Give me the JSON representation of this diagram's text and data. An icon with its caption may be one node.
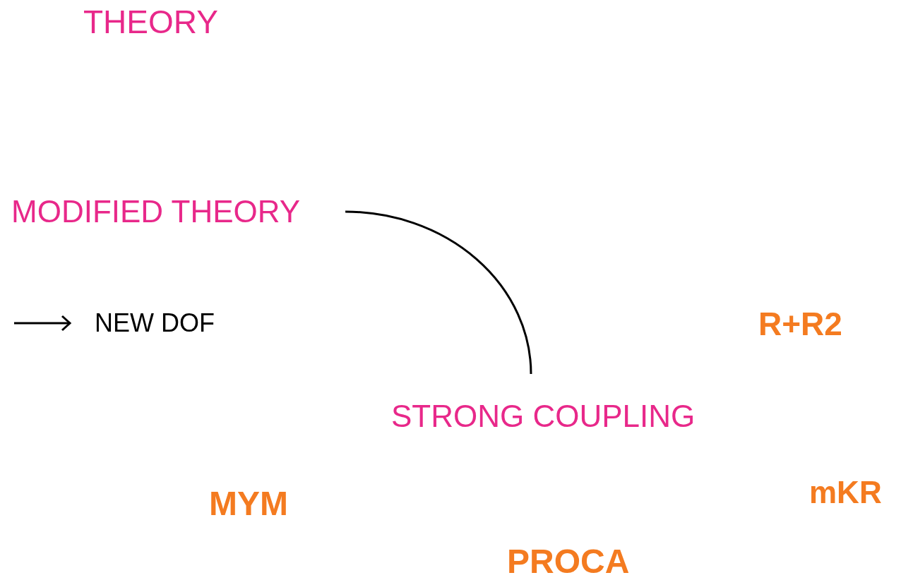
{
  "diagram": {
    "nodes": [
      {
        "text": [
          "THEORY"
        ]
      },
      {
        "text": [
          "MODIFIED THEORY"
        ]
      },
      {
        "text": [
          "STRONG COUPLING"
        ]
      },
      {
        "text": [
          "R+R2"
        ]
      },
      {
        "text": [
          "MYM"
        ]
      },
      {
        "text": [
          "mKR"
        ]
      },
      {
        "text": [
          "PROCA"
        ]
      }
    ],
    "edges": [
      {
        "from": 1,
        "to": 2,
        "arrow": "none"
      }
    ],
    "legend": [
      {
        "text": "NEW DOF"
      }
    ]
  }
}
